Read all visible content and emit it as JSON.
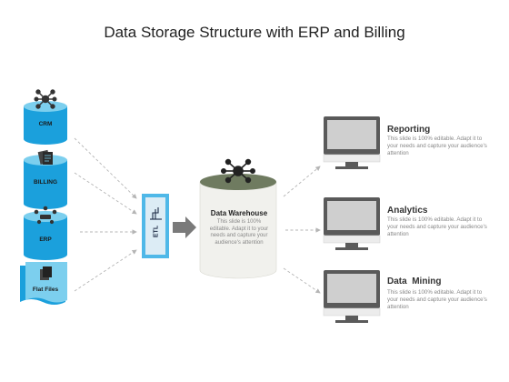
{
  "title": "Data Storage Structure with ERP and Billing",
  "sources": [
    {
      "label": "CRM",
      "icon": "network-nodes-icon"
    },
    {
      "label": "BILLING",
      "icon": "billing-docs-icon"
    },
    {
      "label": "ERP",
      "icon": "people-meeting-icon"
    },
    {
      "label": "Flat Files",
      "icon": "documents-icon"
    }
  ],
  "etl": {
    "label": "ETL"
  },
  "warehouse": {
    "title": "Data Warehouse",
    "description": "This slide is 100% editable. Adapt it to your needs and capture your audience's attention",
    "icon": "network-nodes-icon"
  },
  "outputs": [
    {
      "title": "Reporting",
      "description": "This slide is 100% editable. Adapt it to your needs and capture your audience's attention",
      "icon": "monitor-icon"
    },
    {
      "title": "Analytics",
      "description": "This slide is 100% editable. Adapt it to your needs and capture your audience's attention",
      "icon": "monitor-icon"
    },
    {
      "title": "Data  Mining",
      "description": "This slide is 100% editable. Adapt it to your needs and capture your audience's attention",
      "icon": "monitor-icon"
    }
  ],
  "colors": {
    "cylinder_blue": "#1ba0dc",
    "cylinder_top": "#7ccfee",
    "etl_blue": "#4fb8e8",
    "warehouse_top": "#6f7b60",
    "monitor_dark": "#5a5a5a"
  }
}
